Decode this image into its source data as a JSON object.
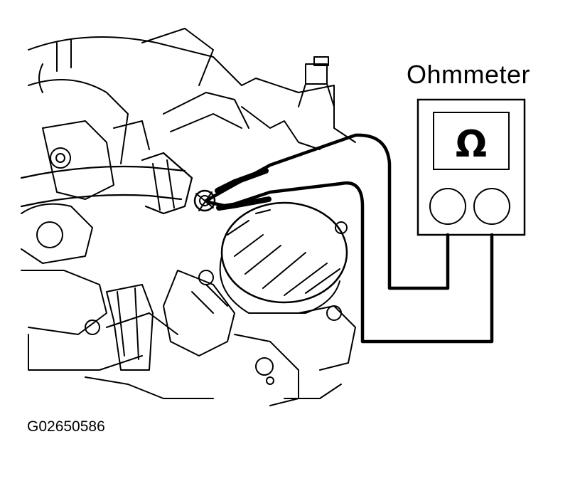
{
  "meter": {
    "label": "Ohmmeter",
    "symbol": "Ω"
  },
  "figure": {
    "code": "G02650586"
  }
}
